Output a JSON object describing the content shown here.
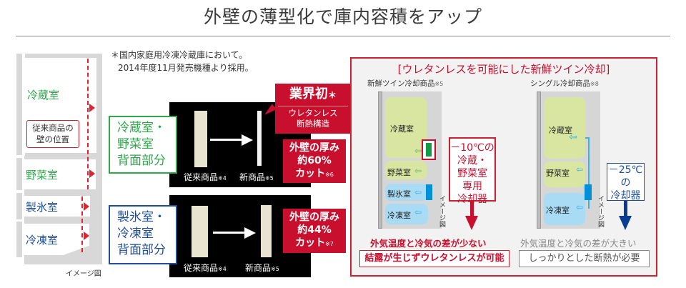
{
  "title": "外壁の薄型化で庫内容積をアップ",
  "footnote": {
    "line1": "＊国内家庭用冷凍冷蔵庫において。",
    "line2": "2014年度11月発売機種より採用。"
  },
  "fridge": {
    "rooms": [
      "冷蔵室",
      "野菜室",
      "製氷室",
      "冷凍室"
    ],
    "callout": [
      "従来商品の",
      "壁の位置"
    ],
    "caption": "イメージ図"
  },
  "compare": [
    {
      "label": [
        "冷蔵室・",
        "野菜室",
        "背面部分"
      ],
      "old": "従来商品",
      "old_note": "※4",
      "new": "新商品",
      "new_note": "※5",
      "cut": [
        "外壁の厚み",
        "約60%",
        "カット"
      ],
      "cut_note": "※6"
    },
    {
      "label": [
        "製氷室・",
        "冷凍室",
        "背面部分"
      ],
      "old": "従来商品",
      "old_note": "※4",
      "new": "新商品",
      "new_note": "※5",
      "cut": [
        "外壁の厚み",
        "約44%",
        "カット"
      ],
      "cut_note": "※7"
    }
  ],
  "badge": {
    "title": "業界初",
    "mark": "＊",
    "sub": [
      "ウレタンレス",
      "断熱構造"
    ]
  },
  "panel": {
    "title": "[ウレタンレスを可能にした新鮮ツイン冷却]",
    "left": {
      "heading": "新鮮ツイン冷却商品",
      "note": "※5",
      "rooms": [
        "冷蔵室",
        "野菜室",
        "製氷室",
        "冷凍室"
      ],
      "callout": [
        "－10℃の",
        "冷蔵・",
        "野菜室",
        "専用",
        "冷却器"
      ],
      "caption": "イメージ図",
      "result": "外気温度と冷気の差が少ない",
      "conclusion": "結露が生じずウレタンレスが可能"
    },
    "right": {
      "heading": "シングル冷却商品",
      "note": "※8",
      "rooms": [
        "冷蔵室",
        "野菜室",
        "冷凍室"
      ],
      "callout": [
        "－25℃",
        "の",
        "冷却器"
      ],
      "caption": "イメージ図",
      "result": "外気温度と冷気の差が大きい",
      "conclusion": "しっかりとした断熱が必要"
    }
  },
  "colors": {
    "green": "#2ea84a",
    "blue": "#1f4e9a",
    "red": "#c8102e"
  }
}
